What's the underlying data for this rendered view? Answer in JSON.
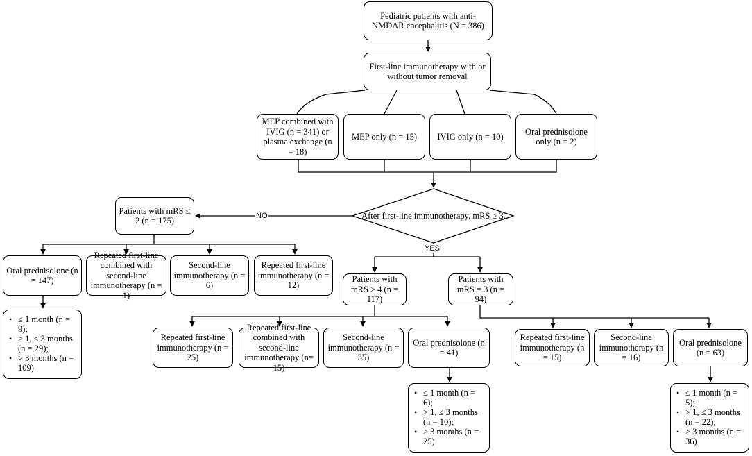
{
  "nodes": {
    "root": "Pediatric patients with anti-NMDAR encephalitis (N = 386)",
    "first_line": "First-line immunotherapy with or without tumor removal",
    "mep_combined": "MEP combined with IVIG (n = 341) or plasma exchange (n = 18)",
    "mep_only": "MEP only (n = 15)",
    "ivig_only": "IVIG only (n = 10)",
    "oral_only": "Oral prednisolone only (n = 2)",
    "decision": "After first-line immunotherapy, mRS ≥ 3.",
    "mrs_le2": "Patients with mRS ≤ 2 (n = 175)",
    "mrs_ge4": "Patients with mRS ≥ 4 (n = 117)",
    "mrs_eq3": "Patients with mRS = 3 (n = 94)",
    "le2_oral": "Oral prednisolone (n = 147)",
    "le2_repeated_combined": "Repeated first-line combined with second-line immunotherapy (n = 1)",
    "le2_second": "Second-line immunotherapy (n = 6)",
    "le2_repeated": "Repeated first-line immunotherapy (n = 12)",
    "ge4_repeated": "Repeated first-line immunotherapy (n = 25)",
    "ge4_repeated_combined": "Repeated first-line combined with second-line immunotherapy (n= 15)",
    "ge4_second": "Second-line immunotherapy (n = 35)",
    "ge4_oral": "Oral prednisolone (n = 41)",
    "eq3_repeated": "Repeated first-line immunotherapy (n = 15)",
    "eq3_second": "Second-line immunotherapy (n = 16)",
    "eq3_oral": "Oral prednisolone (n = 63)"
  },
  "lists": {
    "le2_duration": [
      "≤ 1 month (n = 9);",
      "> 1, ≤ 3 months (n = 29);",
      "> 3 months (n = 109)"
    ],
    "ge4_duration": [
      "≤ 1 month (n = 6);",
      "> 1, ≤ 3 months (n = 10);",
      "> 3 months (n = 25)"
    ],
    "eq3_duration": [
      "≤ 1 month (n = 5);",
      "> 1, ≤ 3 months (n = 22);",
      "> 3 months (n = 36)"
    ]
  },
  "labels": {
    "no": "NO",
    "yes": "YES"
  }
}
